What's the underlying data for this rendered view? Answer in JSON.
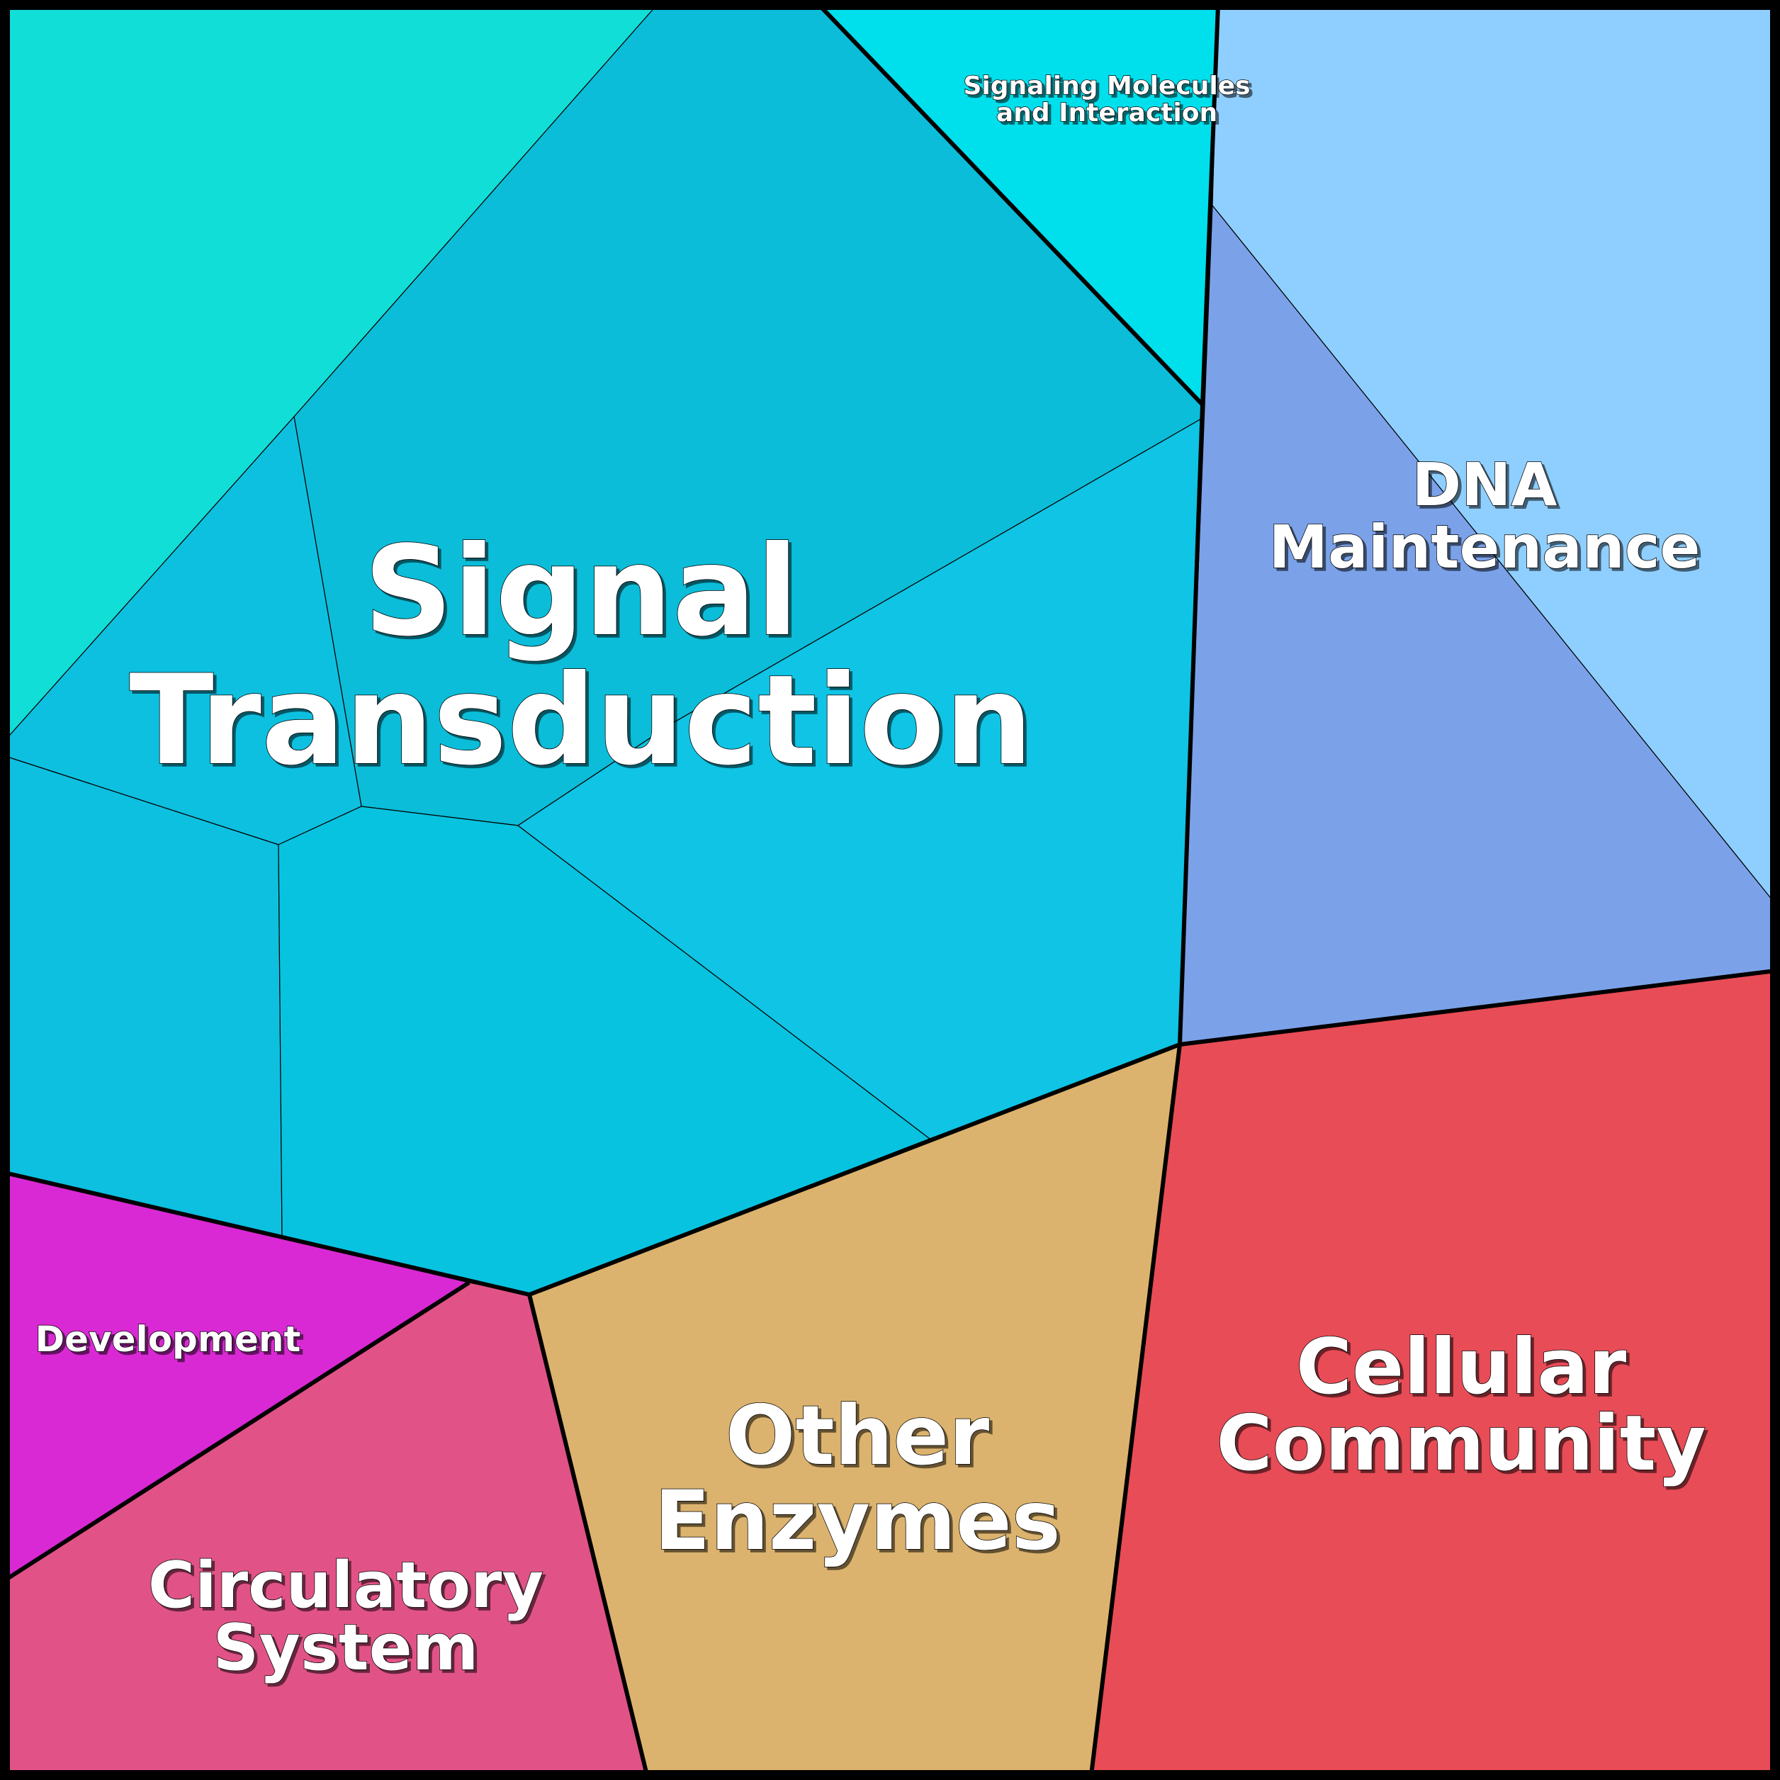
{
  "diagram": {
    "type": "voronoi-treemap",
    "groups": [
      {
        "id": "signal-transduction",
        "label": "Signal Transduction",
        "color": "#0BBDD8"
      },
      {
        "id": "signaling-molecules",
        "label": "Signaling Molecules and Interaction",
        "color": "#00DFEC"
      },
      {
        "id": "dna-maintenance",
        "label": "DNA Maintenance",
        "color": "#8FCFFF"
      },
      {
        "id": "cellular-community",
        "label": "Cellular Community",
        "color": "#E84C57"
      },
      {
        "id": "other-enzymes",
        "label": "Other Enzymes",
        "color": "#DCB36E"
      },
      {
        "id": "development",
        "label": "Development",
        "color": "#D929D4"
      },
      {
        "id": "circulatory-system",
        "label": "Circulatory System",
        "color": "#E15387"
      }
    ],
    "cell_colors": {
      "teal": "#12DED8",
      "top_blue": "#0BBDD8",
      "left_mid": "#0DC0E0",
      "left_low": "#0DC0E0",
      "bottom_mid": "#08C3E0",
      "right_blue": "#0FC4E4",
      "dna_light": "#8FCFFF",
      "dna_dark": "#7BA2E9"
    }
  }
}
